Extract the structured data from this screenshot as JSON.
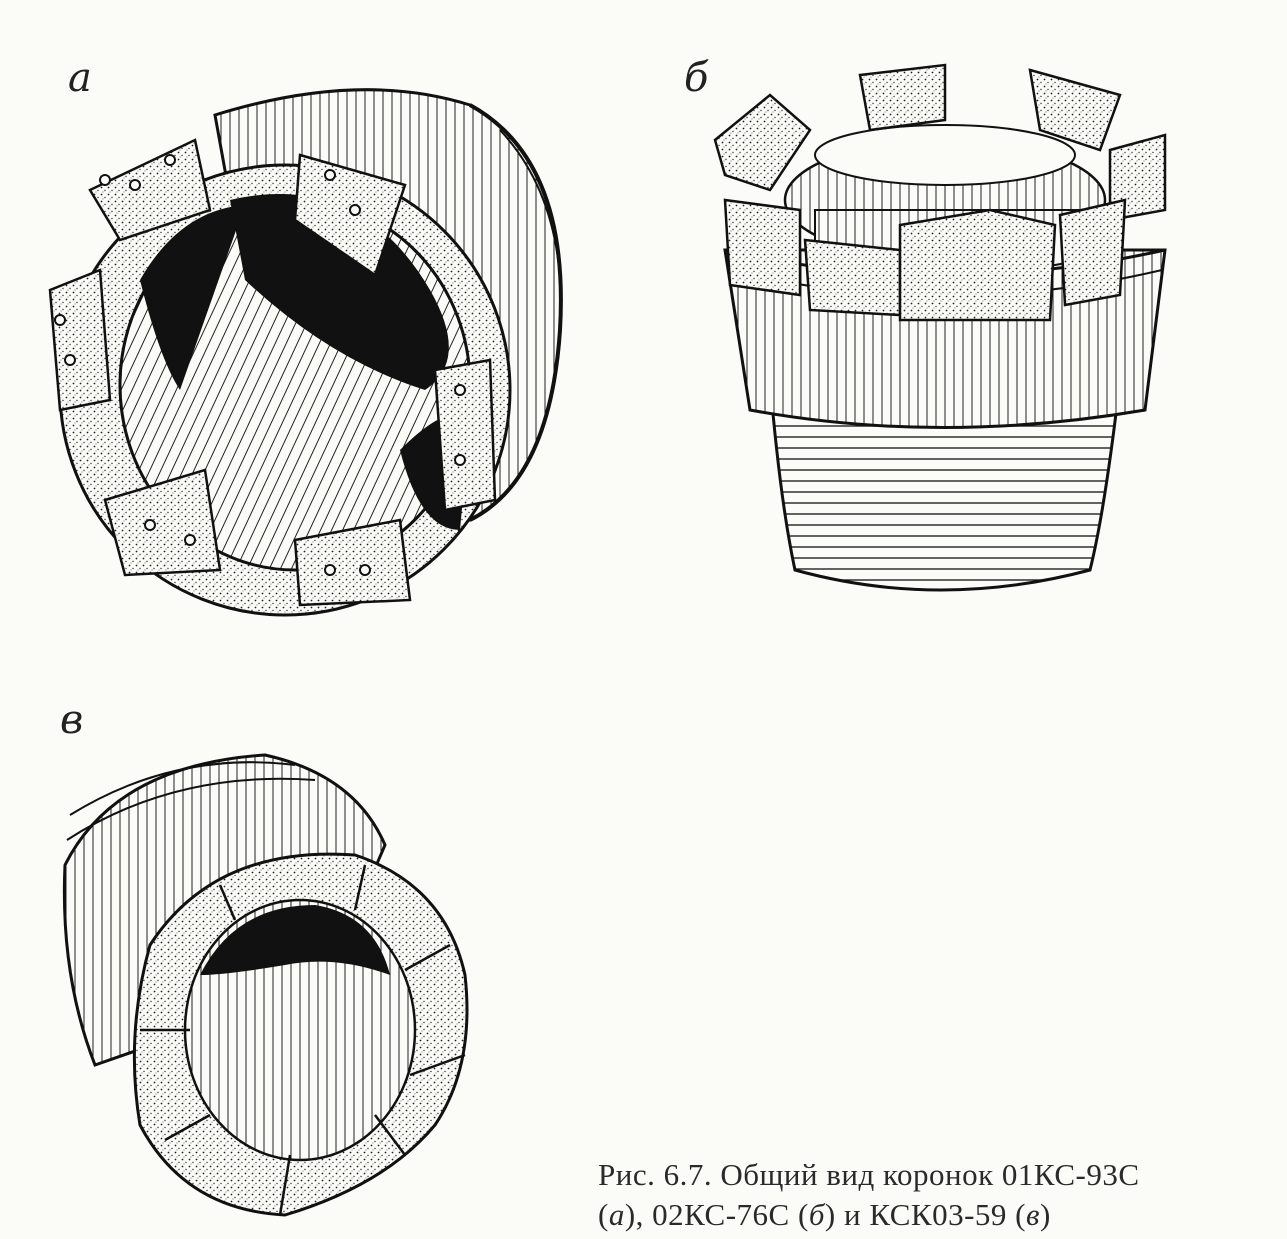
{
  "panels": {
    "a": {
      "label": "а"
    },
    "b": {
      "label": "б"
    },
    "v": {
      "label": "в"
    }
  },
  "caption": {
    "line1": "Рис. 6.7. Общий вид коронок 01КС-93С",
    "line2_parts": [
      "(",
      "а",
      "), 02КС-76С (",
      "б",
      ") и КСК03-59 (",
      "в",
      ")"
    ]
  },
  "colors": {
    "ink": "#111111",
    "paper": "#fbfbf7"
  }
}
